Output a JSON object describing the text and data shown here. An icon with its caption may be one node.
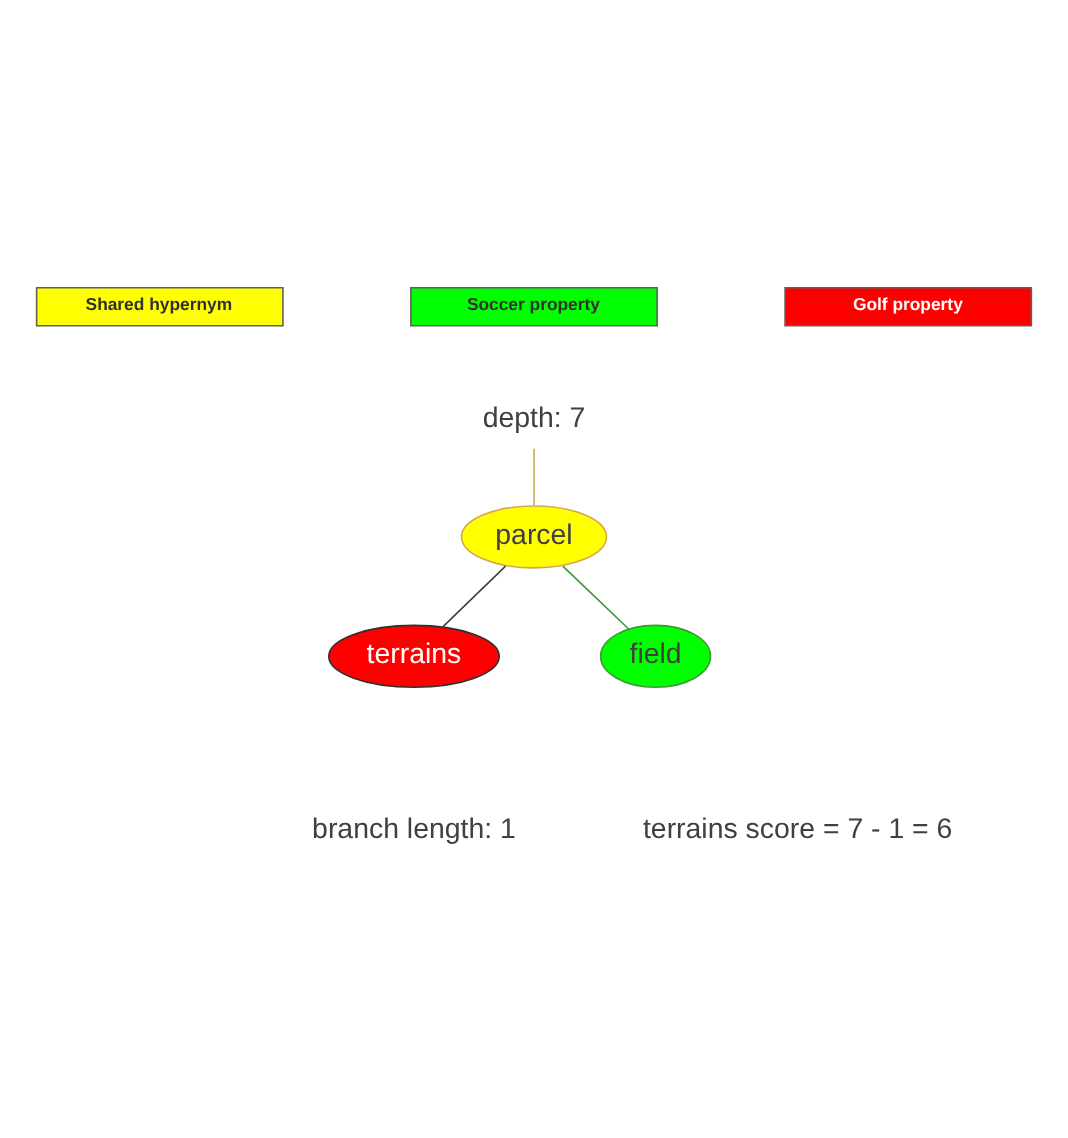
{
  "diagram": {
    "nodes": [
      {
        "text": [
          "depth: 7"
        ]
      },
      {
        "text": [
          "parcel"
        ]
      },
      {
        "text": [
          "terrains"
        ]
      },
      {
        "text": [
          "field"
        ]
      }
    ],
    "edges": [
      {
        "from": 0,
        "to": 1,
        "arrow": "none",
        "color": "#d4a84b"
      },
      {
        "from": 1,
        "to": 2,
        "arrow": "none",
        "color": "#404040"
      },
      {
        "from": 1,
        "to": 3,
        "arrow": "none",
        "color": "#3a9a3a"
      }
    ],
    "labels": [
      "branch length: 1",
      "terrains score = 7 - 1 = 6"
    ],
    "legend": [
      {
        "text": "Shared hypernym",
        "color": "#ffff00"
      },
      {
        "text": "Soccer property",
        "color": "#00ff00"
      },
      {
        "text": "Golf property",
        "color": "#ff0000"
      }
    ]
  }
}
